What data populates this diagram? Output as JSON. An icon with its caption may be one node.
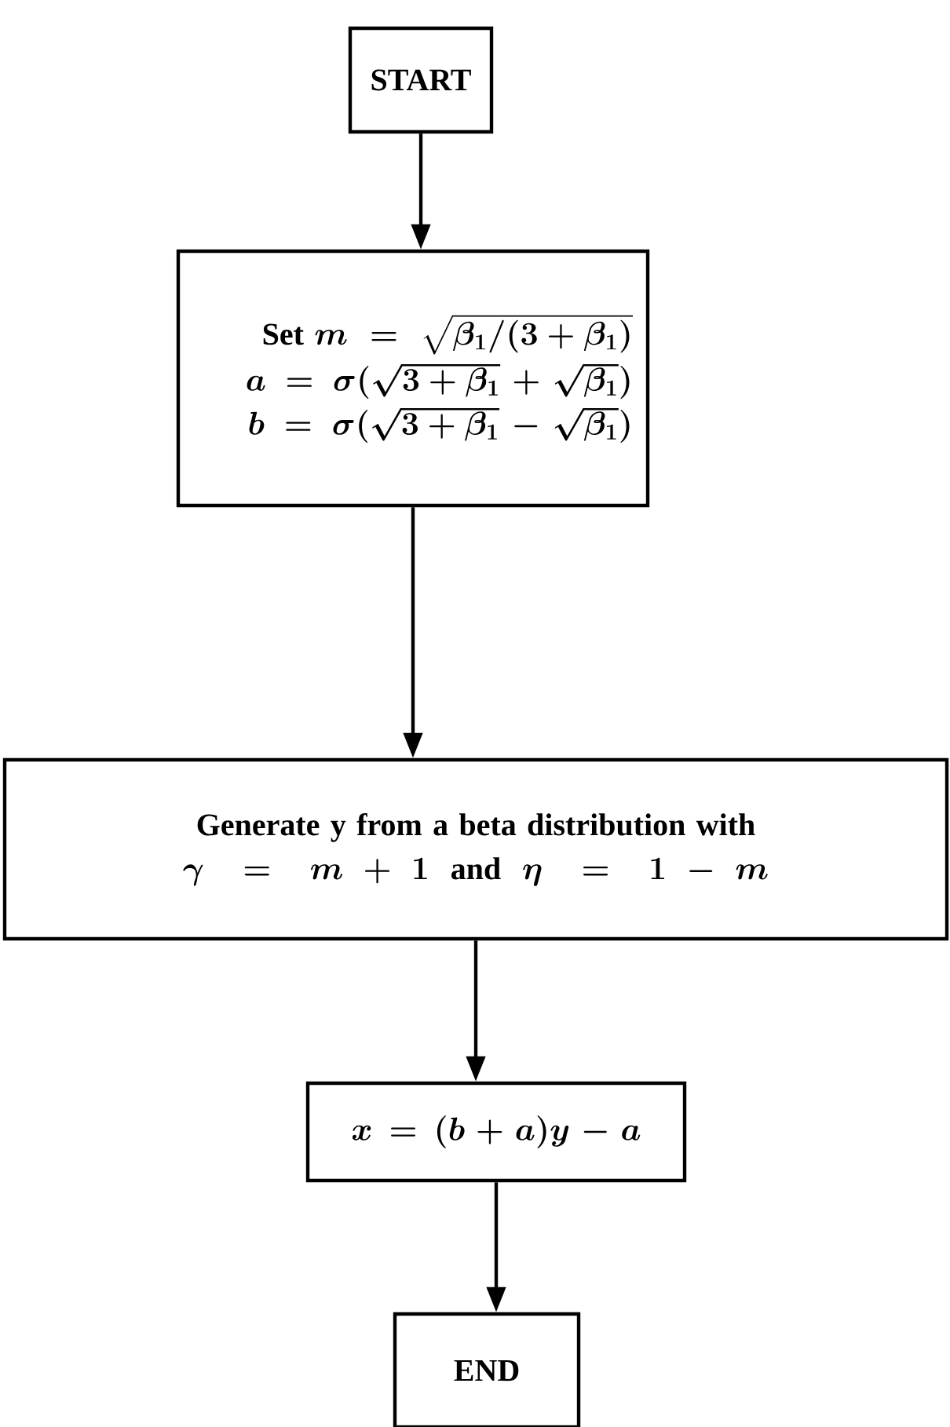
{
  "diagram": {
    "nodes": [
      {
        "text": [
          "START"
        ]
      },
      {
        "text": [
          "\\text{Set } m = \\sqrt{\\beta_1/(3+\\beta_1)}",
          "a = \\sigma(\\sqrt{3+\\beta_1}+\\sqrt{\\beta_1})",
          "b = \\sigma(\\sqrt{3+\\beta_1}-\\sqrt{\\beta_1})"
        ]
      },
      {
        "text": [
          "Generate y from a beta distribution with",
          "\\gamma = m + 1 \\ \\text{ and } \\ \\eta = 1-m"
        ]
      },
      {
        "text": [
          "x = (b + a)y - a"
        ]
      },
      {
        "text": [
          "END"
        ]
      }
    ],
    "edges": [
      {
        "from": 0,
        "to": 1,
        "arrow": "to"
      },
      {
        "from": 1,
        "to": 2,
        "arrow": "to"
      },
      {
        "from": 2,
        "to": 3,
        "arrow": "to"
      },
      {
        "from": 3,
        "to": 4,
        "arrow": "to"
      }
    ]
  }
}
